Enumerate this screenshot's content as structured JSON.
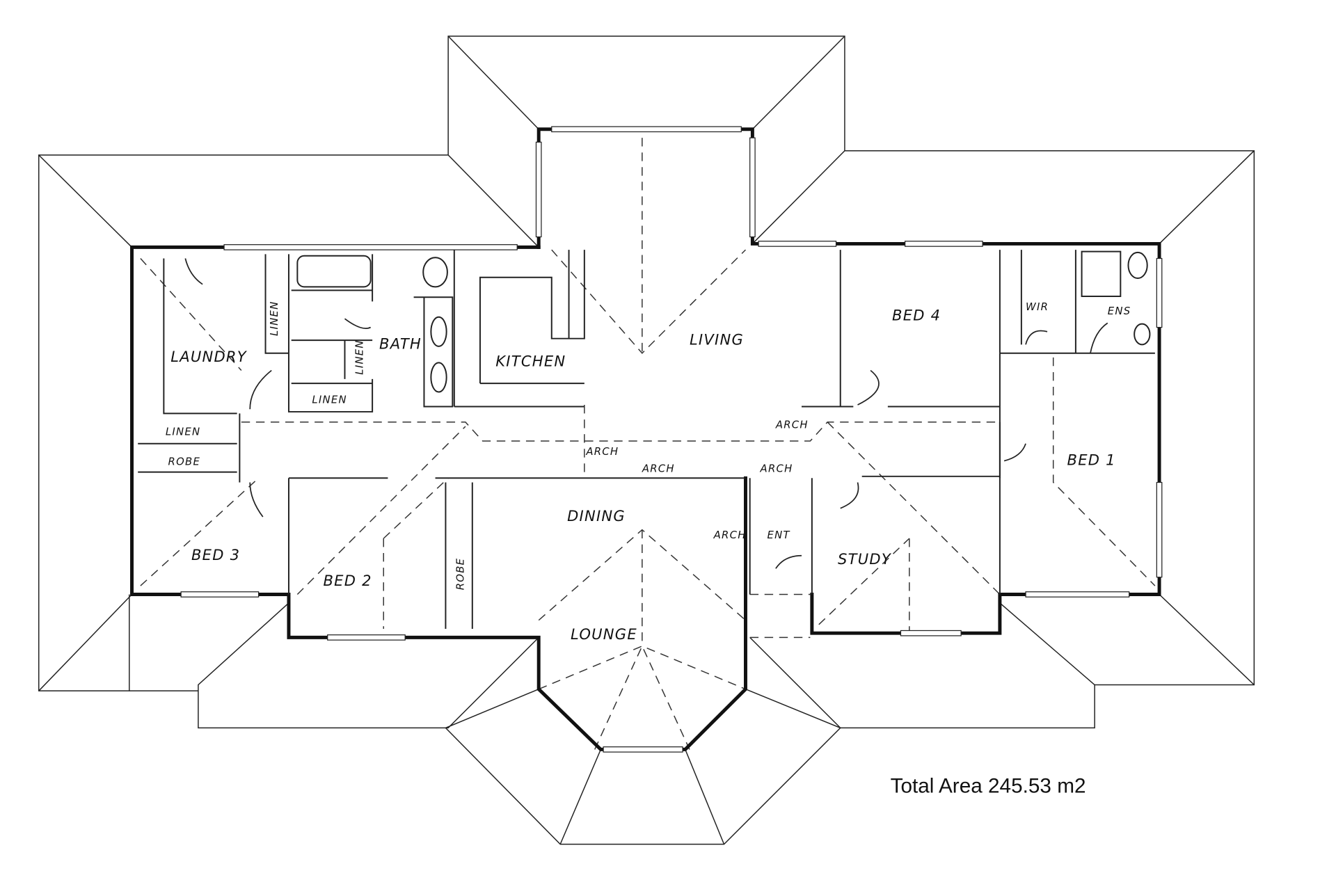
{
  "plan": {
    "rooms": {
      "laundry": "LAUNDRY",
      "linen_wc": "LINEN",
      "linen_bath_small": "LINEN",
      "linen_bath": "LINEN",
      "linen_hall": "LINEN",
      "robe_bed3": "ROBE",
      "bath": "BATH",
      "kitchen": "KITCHEN",
      "living": "LIVING",
      "bed4": "BED 4",
      "wir": "WIR",
      "ens": "ENS",
      "bed1": "BED 1",
      "arch_1": "ARCH",
      "arch_2": "ARCH",
      "arch_3": "ARCH",
      "arch_4": "ARCH",
      "arch_5": "ARCH",
      "dining": "DINING",
      "ent": "ENT",
      "study": "STUDY",
      "lounge": "LOUNGE",
      "bed3": "BED 3",
      "bed2": "BED 2",
      "robe_bed2": "ROBE"
    },
    "total_area": "Total Area 245.53 m2"
  }
}
